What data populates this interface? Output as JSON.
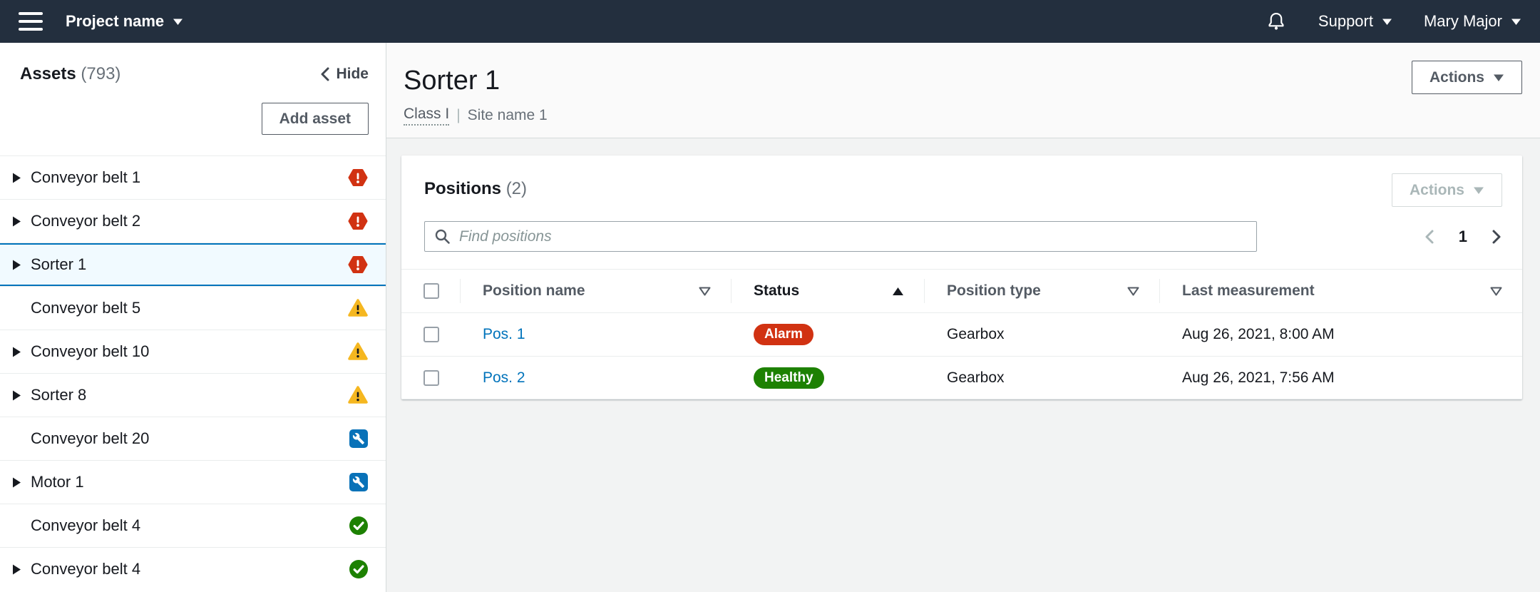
{
  "topnav": {
    "project_label": "Project name",
    "support_label": "Support",
    "user_name": "Mary Major"
  },
  "sidebar": {
    "title": "Assets",
    "count": "(793)",
    "hide_label": "Hide",
    "add_asset_label": "Add asset",
    "items": [
      {
        "label": "Conveyor belt 1",
        "status": "alarm",
        "expandable": true,
        "selected": false
      },
      {
        "label": "Conveyor belt 2",
        "status": "alarm",
        "expandable": true,
        "selected": false
      },
      {
        "label": "Sorter 1",
        "status": "alarm",
        "expandable": true,
        "selected": true
      },
      {
        "label": "Conveyor belt 5",
        "status": "warning",
        "expandable": false,
        "selected": false
      },
      {
        "label": "Conveyor belt 10",
        "status": "warning",
        "expandable": true,
        "selected": false
      },
      {
        "label": "Sorter 8",
        "status": "warning",
        "expandable": true,
        "selected": false
      },
      {
        "label": "Conveyor belt 20",
        "status": "maintenance",
        "expandable": false,
        "selected": false
      },
      {
        "label": "Motor 1",
        "status": "maintenance",
        "expandable": true,
        "selected": false
      },
      {
        "label": "Conveyor belt 4",
        "status": "healthy",
        "expandable": false,
        "selected": false
      },
      {
        "label": "Conveyor belt 4",
        "status": "healthy",
        "expandable": true,
        "selected": false
      }
    ]
  },
  "page_header": {
    "title": "Sorter 1",
    "class_label": "Class I",
    "separator": "|",
    "site_label": "Site name 1",
    "actions_label": "Actions"
  },
  "positions": {
    "title": "Positions",
    "count": "(2)",
    "actions_label": "Actions",
    "actions_disabled": true,
    "search_placeholder": "Find positions",
    "search_value": "",
    "pagination": {
      "prev_enabled": false,
      "current_page": "1",
      "next_enabled": true
    },
    "table": {
      "columns": [
        {
          "label": "Position name",
          "sort_icon": "triangle-down-outline",
          "sorted": false
        },
        {
          "label": "Status",
          "sort_icon": "triangle-up-filled",
          "sorted": true
        },
        {
          "label": "Position type",
          "sort_icon": "triangle-down-outline",
          "sorted": false
        },
        {
          "label": "Last measurement",
          "sort_icon": "triangle-down-outline",
          "sorted": false
        }
      ],
      "rows": [
        {
          "position_name": "Pos. 1",
          "status": "Alarm",
          "status_type": "alarm",
          "position_type": "Gearbox",
          "last_measurement": "Aug 26, 2021, 8:00 AM"
        },
        {
          "position_name": "Pos. 2",
          "status": "Healthy",
          "status_type": "healthy",
          "position_type": "Gearbox",
          "last_measurement": "Aug 26, 2021, 7:56 AM"
        }
      ]
    }
  },
  "icons": {
    "menu": "hamburger-icon",
    "notifications": "bell-icon",
    "collapse": "chevron-left-icon",
    "expand_row": "caret-right-icon",
    "dropdown": "caret-down-icon",
    "search": "search-icon",
    "status_alarm": "alarm-icon",
    "status_warning": "warning-icon",
    "status_maintenance": "maintenance-wrench-icon",
    "status_healthy": "healthy-check-icon"
  },
  "colors": {
    "topnav_bg": "#232f3e",
    "accent_link": "#0073bb",
    "selected_row_bg": "#f1faff",
    "alarm_red": "#d13212",
    "warning_yellow": "#f5b720",
    "maintenance_blue": "#0972b8",
    "healthy_green": "#1d8102"
  }
}
